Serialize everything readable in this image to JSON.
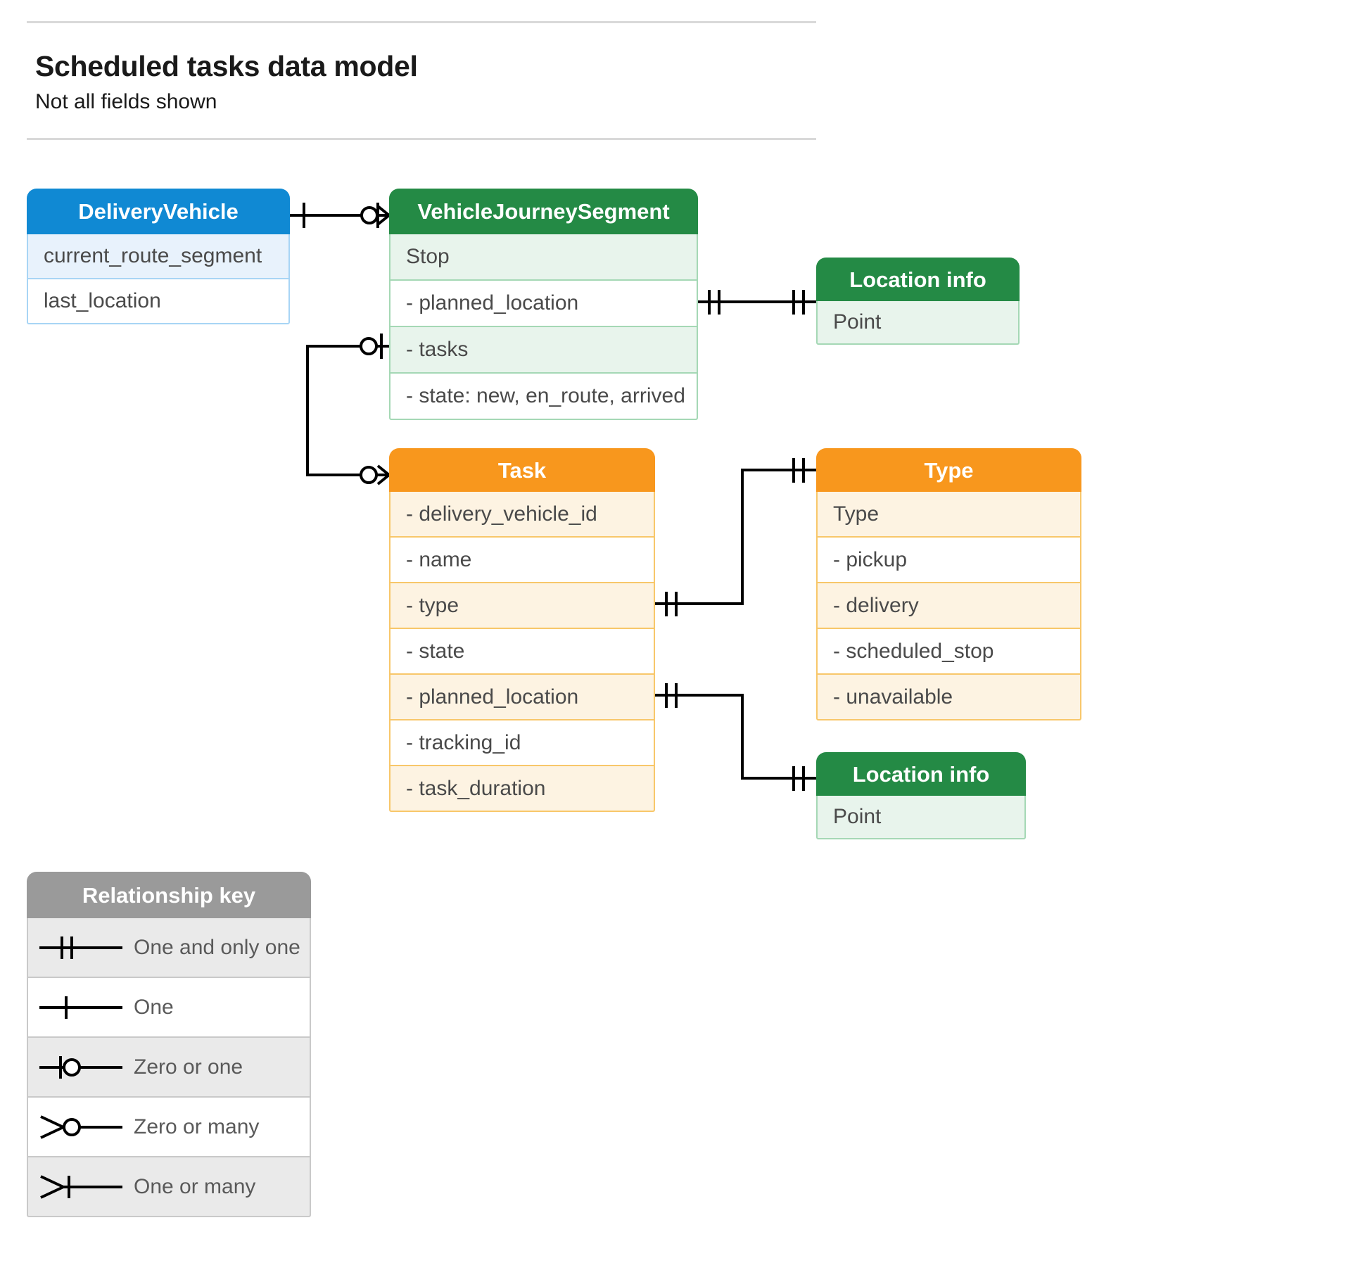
{
  "header": {
    "title": "Scheduled tasks data model",
    "subtitle": "Not all fields shown"
  },
  "colors": {
    "blue_header": "#1089d3",
    "blue_row": "#e8f2fc",
    "green_header": "#248a45",
    "green_row": "#e8f4ec",
    "orange_header": "#f8971d",
    "orange_row": "#fdf3e2",
    "grey_header": "#9a9a9a",
    "grey_row": "#eaeaea",
    "connector": "#000000"
  },
  "entities": {
    "delivery_vehicle": {
      "title": "DeliveryVehicle",
      "rows": [
        "current_route_segment",
        "last_location"
      ]
    },
    "vehicle_journey_segment": {
      "title": "VehicleJourneySegment",
      "rows": [
        "Stop",
        "-  planned_location",
        "- tasks",
        "- state: new, en_route, arrived"
      ]
    },
    "location_info_top": {
      "title": "Location info",
      "rows": [
        "Point"
      ]
    },
    "location_info_bottom": {
      "title": "Location info",
      "rows": [
        "Point"
      ]
    },
    "task": {
      "title": "Task",
      "rows": [
        "- delivery_vehicle_id",
        "- name",
        "- type",
        "- state",
        "- planned_location",
        "- tracking_id",
        "- task_duration"
      ]
    },
    "type": {
      "title": "Type",
      "rows": [
        "Type",
        "-   pickup",
        "-  delivery",
        "-  scheduled_stop",
        "-  unavailable"
      ]
    }
  },
  "legend": {
    "title": "Relationship key",
    "items": [
      {
        "symbol": "one-and-only-one",
        "label": "One and only one"
      },
      {
        "symbol": "one",
        "label": "One"
      },
      {
        "symbol": "zero-or-one",
        "label": "Zero or one"
      },
      {
        "symbol": "zero-or-many",
        "label": "Zero or many"
      },
      {
        "symbol": "one-or-many",
        "label": "One or many"
      }
    ]
  },
  "relationships": [
    {
      "from": "DeliveryVehicle",
      "from_card": "one",
      "to": "VehicleJourneySegment",
      "to_card": "zero-or-many"
    },
    {
      "from": "VehicleJourneySegment.tasks",
      "from_card": "zero-or-one",
      "to": "Task",
      "to_card": "zero-or-many"
    },
    {
      "from": "VehicleJourneySegment.planned_location",
      "from_card": "one-and-only-one",
      "to": "Location info",
      "to_card": "one-and-only-one"
    },
    {
      "from": "Task.type",
      "from_card": "one-and-only-one",
      "to": "Type",
      "to_card": "one-and-only-one"
    },
    {
      "from": "Task.planned_location",
      "from_card": "one-and-only-one",
      "to": "Location info",
      "to_card": "one-and-only-one"
    }
  ]
}
